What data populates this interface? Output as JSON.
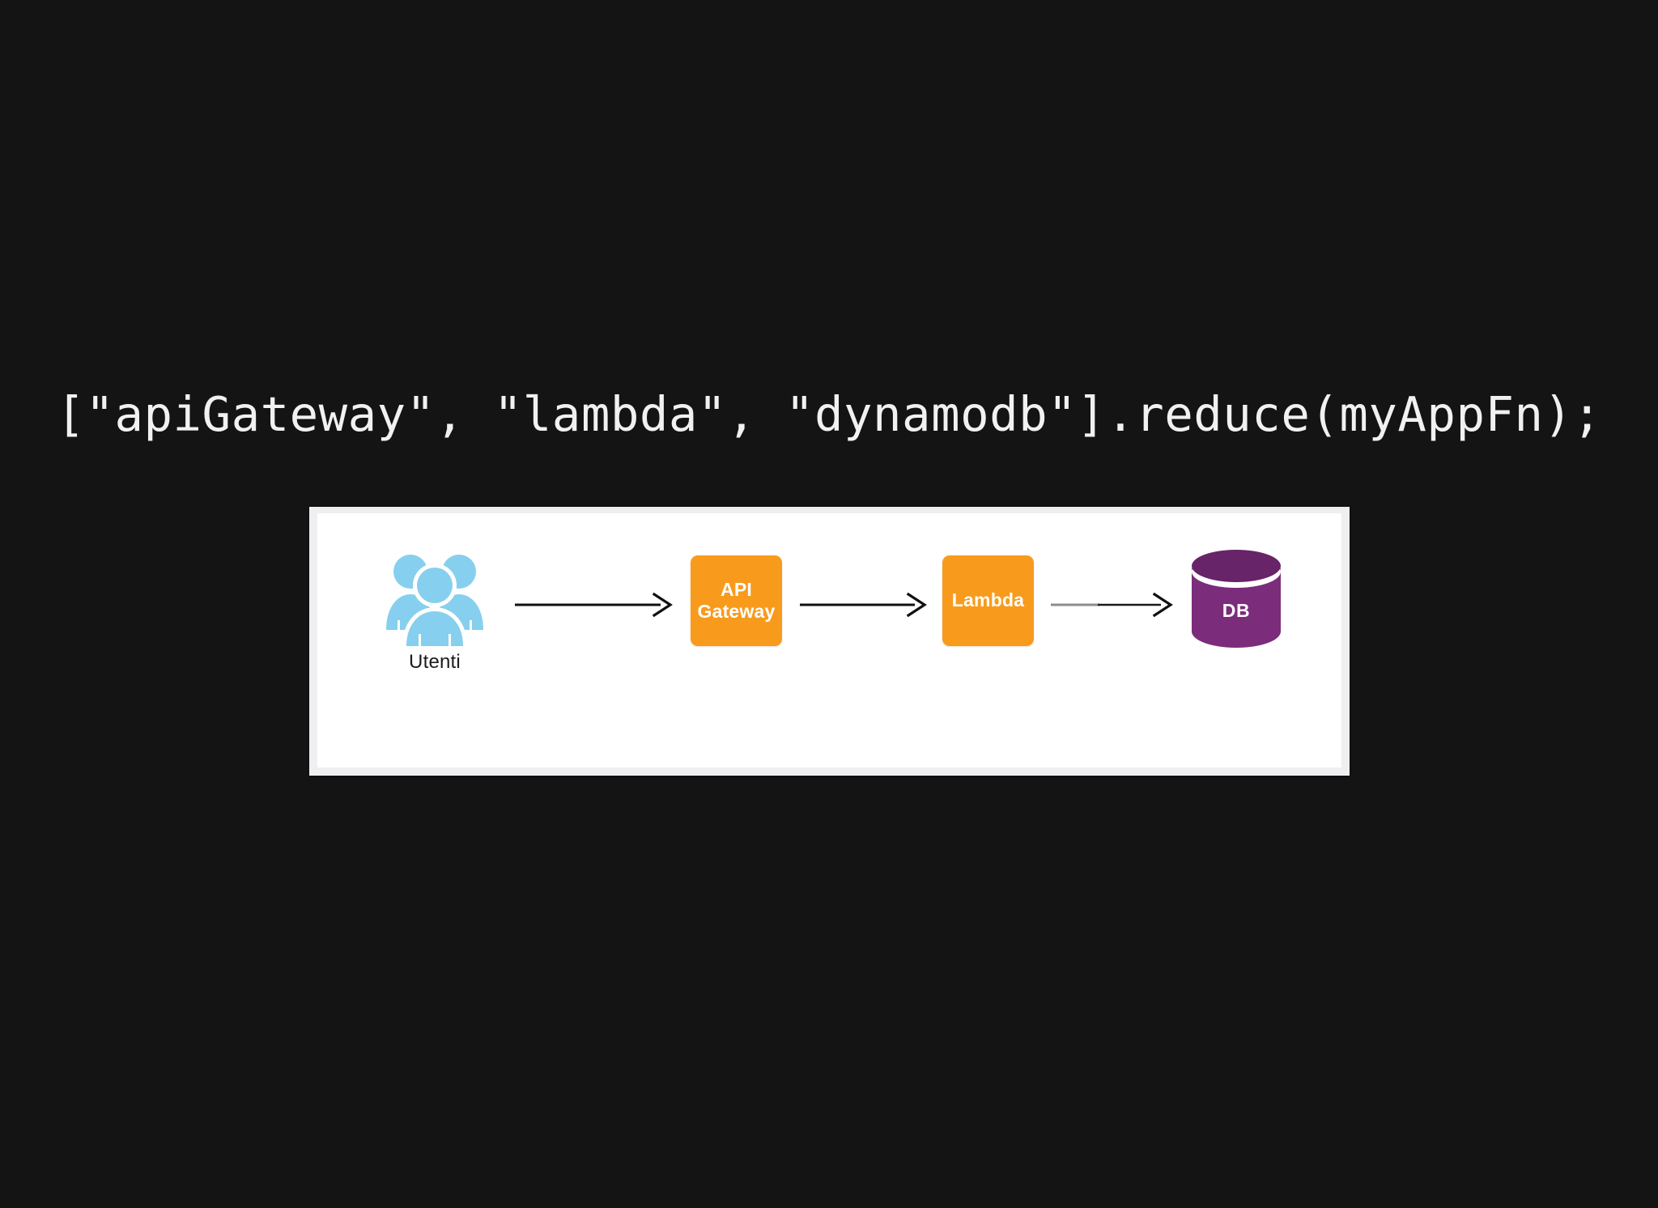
{
  "slide": {
    "background_color": "#141414",
    "code_line": "[\"apiGateway\", \"lambda\", \"dynamodb\"].reduce(myAppFn);",
    "code_text_color": "#f1f1f1"
  },
  "diagram": {
    "panel_background": "#ffffff",
    "panel_frame_color": "#efeff1",
    "type": "flow",
    "nodes": [
      {
        "id": "users",
        "kind": "icon",
        "icon": "users-group-icon",
        "label": "Utenti",
        "label_color": "#1c1c1c",
        "icon_color": "#87cfee"
      },
      {
        "id": "api-gateway",
        "kind": "box",
        "label_lines": [
          "API",
          "Gateway"
        ],
        "fill": "#f89b1c",
        "text_color": "#ffffff"
      },
      {
        "id": "lambda",
        "kind": "box",
        "label_lines": [
          "Lambda"
        ],
        "fill": "#f89b1c",
        "text_color": "#ffffff"
      },
      {
        "id": "db",
        "kind": "cylinder",
        "label": "DB",
        "fill": "#7b2d7b",
        "top_fill": "#682468",
        "text_color": "#ffffff"
      }
    ],
    "edges": [
      {
        "id": "edge-users-apigw",
        "from": "users",
        "to": "api-gateway",
        "style": "arrow",
        "color": "#111111"
      },
      {
        "id": "edge-apigw-lambda",
        "from": "api-gateway",
        "to": "lambda",
        "style": "arrow",
        "color": "#111111"
      },
      {
        "id": "edge-lambda-db",
        "from": "lambda",
        "to": "db",
        "style": "arrow",
        "color": "#3a3a3a"
      }
    ]
  }
}
